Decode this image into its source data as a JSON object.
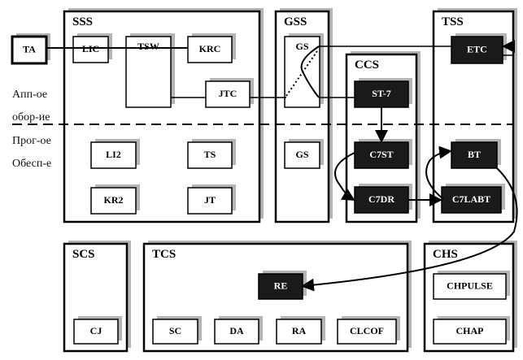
{
  "side_labels": [
    "Апп-ое",
    "обор-ие",
    "Прог-ое",
    "Обесп-е"
  ],
  "groups": {
    "sss": "SSS",
    "gss": "GSS",
    "ccs": "CCS",
    "tss": "TSS",
    "scs": "SCS",
    "tcs": "TCS",
    "chs": "CHS"
  },
  "blocks": {
    "ta": "TA",
    "lic": "LIC",
    "tsw": "TSW",
    "krc": "KRC",
    "jtc": "JTC",
    "li2": "LI2",
    "ts": "TS",
    "kr2": "KR2",
    "jt": "JT",
    "gs_hw": "GS",
    "gs_sw": "GS",
    "st7": "ST-7",
    "c7st": "C7ST",
    "c7dr": "C7DR",
    "etc": "ETC",
    "bt": "BT",
    "c7labt": "C7LABT",
    "cj": "CJ",
    "re": "RE",
    "sc": "SC",
    "da": "DA",
    "ra": "RA",
    "clcof": "CLCOF",
    "chpulse": "CHPULSE",
    "chap": "CHAP"
  },
  "colors": {
    "dark_block": "#1a1a1a",
    "shadow": "#b5b5b5",
    "line": "#000000"
  }
}
